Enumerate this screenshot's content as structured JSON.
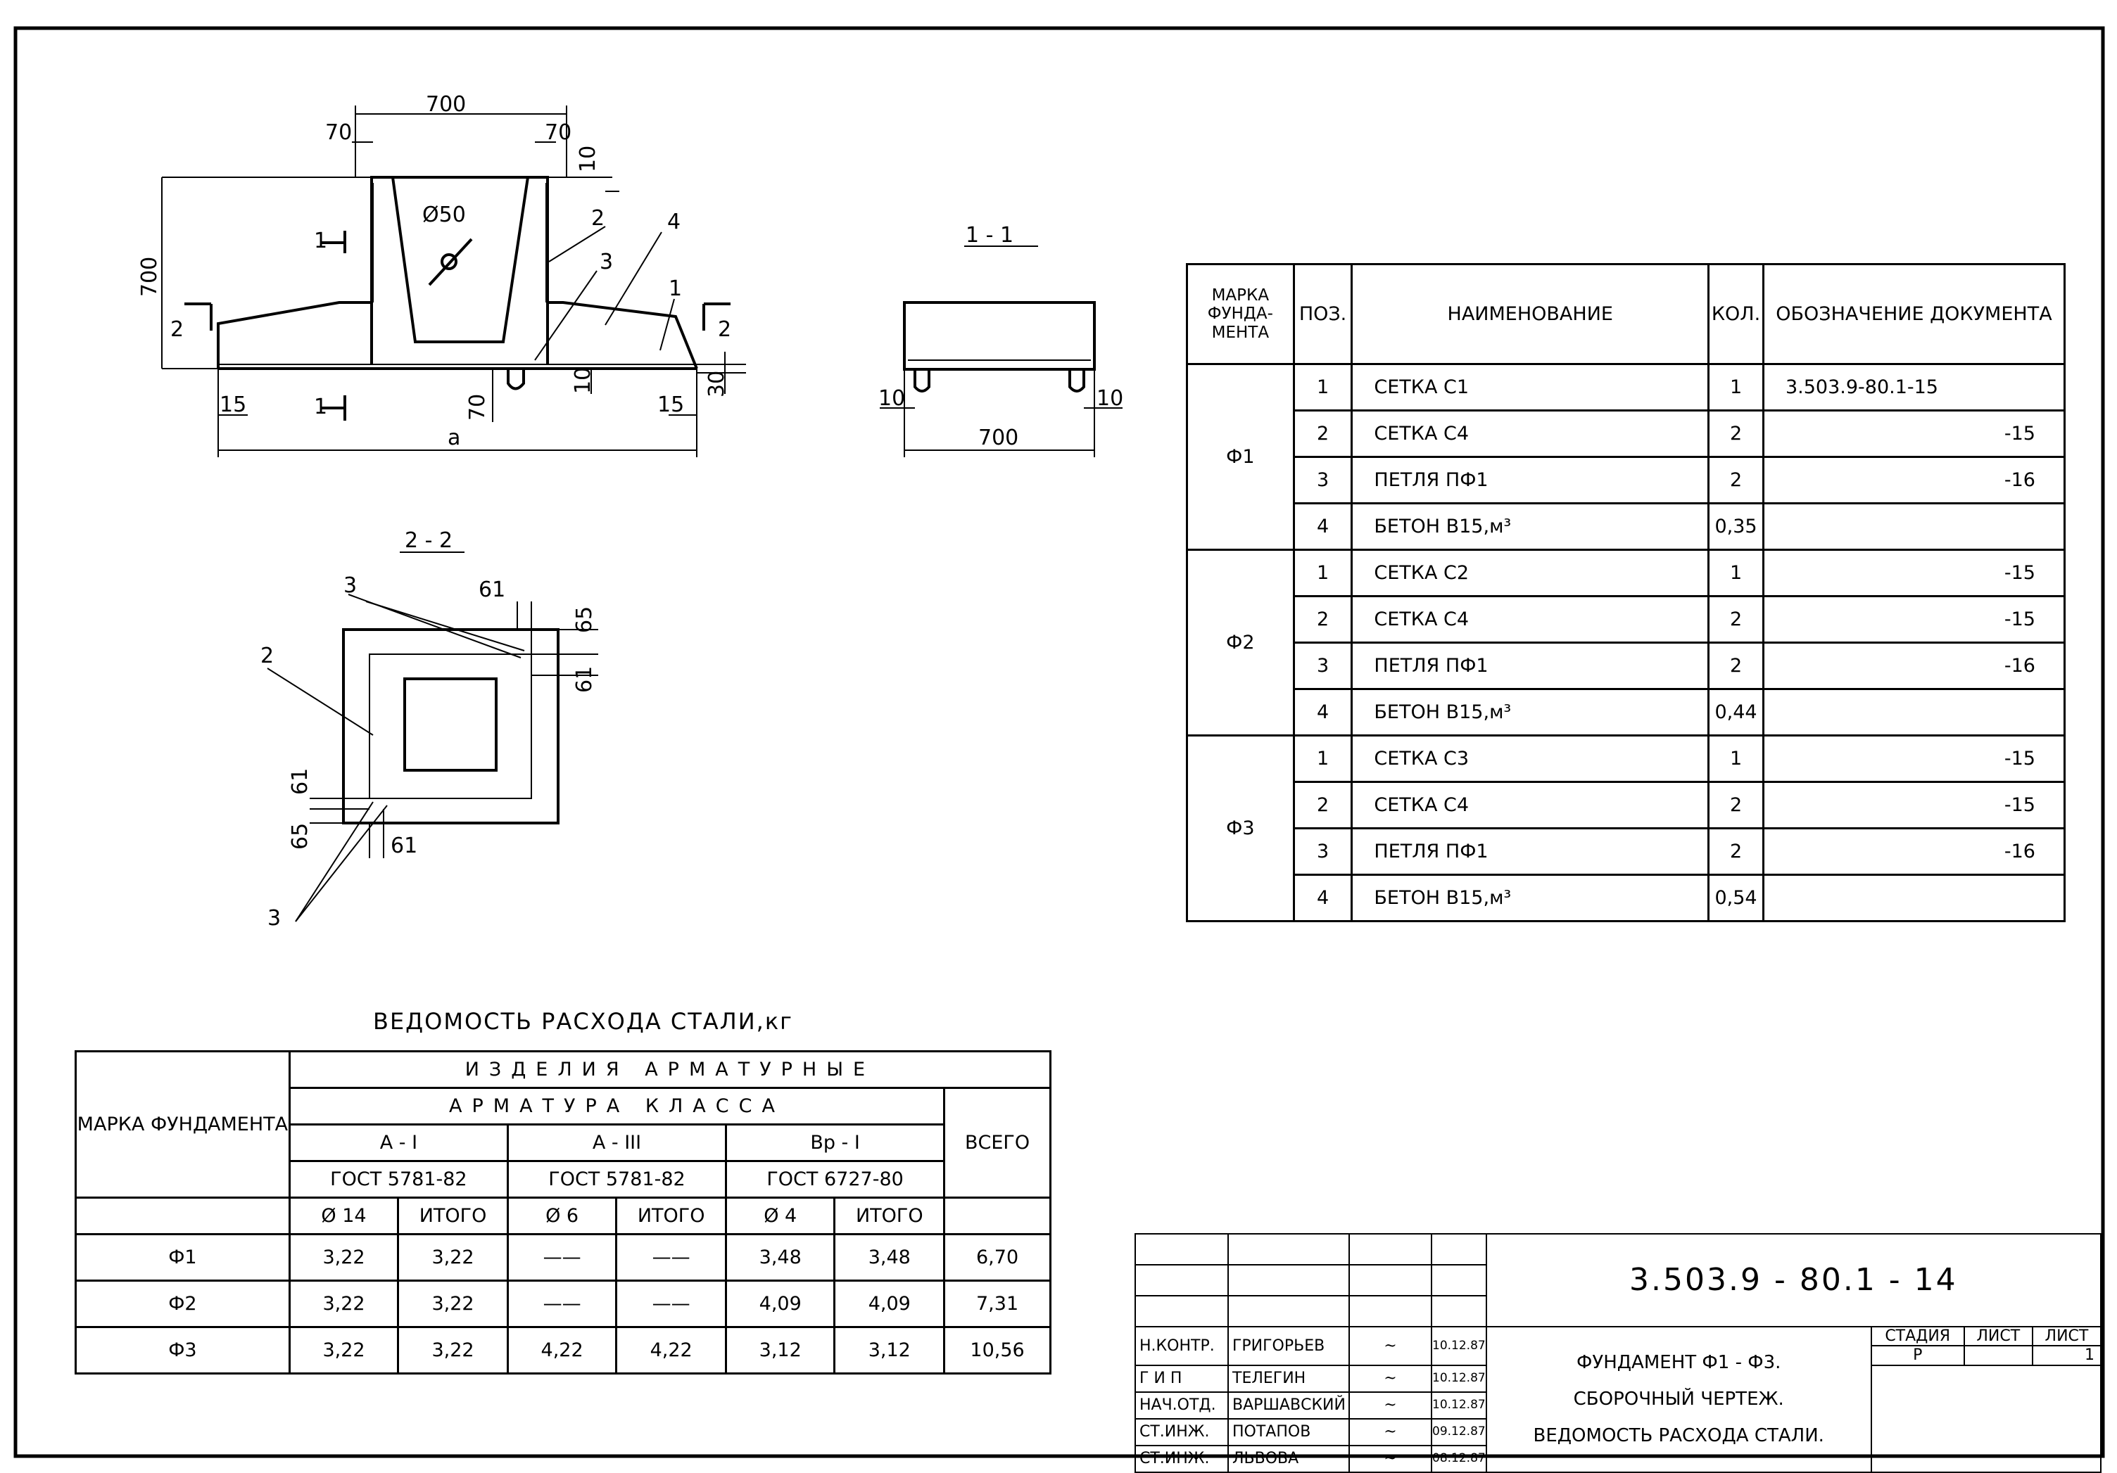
{
  "drawing": {
    "dims": {
      "top_width": "700",
      "left_wall": "70",
      "right_wall": "70",
      "top_offset": "10",
      "height": "700",
      "diameter": "Ø50",
      "step_left": "2",
      "step_right": "2",
      "bottom_left": "15",
      "bottom_right": "15",
      "bottom_30": "30",
      "loop_70": "70",
      "loop_10": "10",
      "overall": "a",
      "cut1_left": "1",
      "cut1_right": "1"
    },
    "leaders": {
      "p1": "1",
      "p2": "2",
      "p3": "3",
      "p4": "4"
    },
    "section11": {
      "title": "1 - 1",
      "width": "700",
      "left": "10",
      "right": "10"
    },
    "section22": {
      "title": "2 - 2",
      "d61a": "61",
      "d65a": "65",
      "d61b": "61",
      "d61c": "61",
      "d65b": "65",
      "d61d": "61",
      "p2": "2",
      "p3a": "3",
      "p3b": "3"
    }
  },
  "spec_table": {
    "headers": {
      "mark": "МАРКА ФУНДА-МЕНТА",
      "pos": "ПОЗ.",
      "name": "НАИМЕНОВАНИЕ",
      "qty": "КОЛ.",
      "doc": "ОБОЗНАЧЕНИЕ ДОКУМЕНТА"
    },
    "groups": [
      {
        "mark": "Ф1",
        "rows": [
          {
            "pos": "1",
            "name": "СЕТКА С1",
            "qty": "1",
            "doc": "3.503.9-80.1-15"
          },
          {
            "pos": "2",
            "name": "СЕТКА С4",
            "qty": "2",
            "doc": "-15"
          },
          {
            "pos": "3",
            "name": "ПЕТЛЯ ПФ1",
            "qty": "2",
            "doc": "-16"
          },
          {
            "pos": "4",
            "name": "БЕТОН В15,м³",
            "qty": "0,35",
            "doc": ""
          }
        ]
      },
      {
        "mark": "Ф2",
        "rows": [
          {
            "pos": "1",
            "name": "СЕТКА С2",
            "qty": "1",
            "doc": "-15"
          },
          {
            "pos": "2",
            "name": "СЕТКА С4",
            "qty": "2",
            "doc": "-15"
          },
          {
            "pos": "3",
            "name": "ПЕТЛЯ ПФ1",
            "qty": "2",
            "doc": "-16"
          },
          {
            "pos": "4",
            "name": "БЕТОН В15,м³",
            "qty": "0,44",
            "doc": ""
          }
        ]
      },
      {
        "mark": "Ф3",
        "rows": [
          {
            "pos": "1",
            "name": "СЕТКА С3",
            "qty": "1",
            "doc": "-15"
          },
          {
            "pos": "2",
            "name": "СЕТКА С4",
            "qty": "2",
            "doc": "-15"
          },
          {
            "pos": "3",
            "name": "ПЕТЛЯ ПФ1",
            "qty": "2",
            "doc": "-16"
          },
          {
            "pos": "4",
            "name": "БЕТОН В15,м³",
            "qty": "0,54",
            "doc": ""
          }
        ]
      }
    ]
  },
  "steel_table": {
    "title": "ВЕДОМОСТЬ РАСХОДА СТАЛИ,кг",
    "h_mark": "МАРКА ФУНДАМЕНТА",
    "h_items": "ИЗДЕЛИЯ АРМАТУРНЫЕ",
    "h_class": "АРМАТУРА КЛАССА",
    "h_total": "ВСЕГО",
    "classes": [
      "А - I",
      "А - III",
      "Вр - I"
    ],
    "gosts": [
      "ГОСТ 5781-82",
      "ГОСТ 5781-82",
      "ГОСТ 6727-80"
    ],
    "sub": [
      "Ø 14",
      "ИТОГО",
      "Ø 6",
      "ИТОГО",
      "Ø 4",
      "ИТОГО"
    ],
    "rows": [
      {
        "mark": "Ф1",
        "v": [
          "3,22",
          "3,22",
          "——",
          "——",
          "3,48",
          "3,48",
          "6,70"
        ]
      },
      {
        "mark": "Ф2",
        "v": [
          "3,22",
          "3,22",
          "——",
          "——",
          "4,09",
          "4,09",
          "7,31"
        ]
      },
      {
        "mark": "Ф3",
        "v": [
          "3,22",
          "3,22",
          "4,22",
          "4,22",
          "3,12",
          "3,12",
          "10,56"
        ]
      }
    ]
  },
  "title_block": {
    "code": "3.503.9 - 80.1 - 14",
    "staff": [
      {
        "role": "Н.КОНТР.",
        "name": "ГРИГОРЬЕВ",
        "date": "10.12.87"
      },
      {
        "role": "Г И П",
        "name": "ТЕЛЕГИН",
        "date": "10.12.87"
      },
      {
        "role": "НАЧ.ОТД.",
        "name": "ВАРШАВСКИЙ",
        "date": "10.12.87"
      },
      {
        "role": "СТ.ИНЖ.",
        "name": "ПОТАПОВ",
        "date": "09.12.87"
      },
      {
        "role": "СТ.ИНЖ.",
        "name": "ЛЬВОВА",
        "date": "08.12.87"
      }
    ],
    "title_lines": [
      "ФУНДАМЕНТ Ф1 - Ф3.",
      "СБОРОЧНЫЙ ЧЕРТЕЖ.",
      "ВЕДОМОСТЬ РАСХОДА СТАЛИ."
    ],
    "stage_h": "СТАДИЯ",
    "sheet_h": "ЛИСТ",
    "sheets_h": "ЛИСТ",
    "stage": "Р",
    "sheet": "",
    "sheets": "1"
  }
}
